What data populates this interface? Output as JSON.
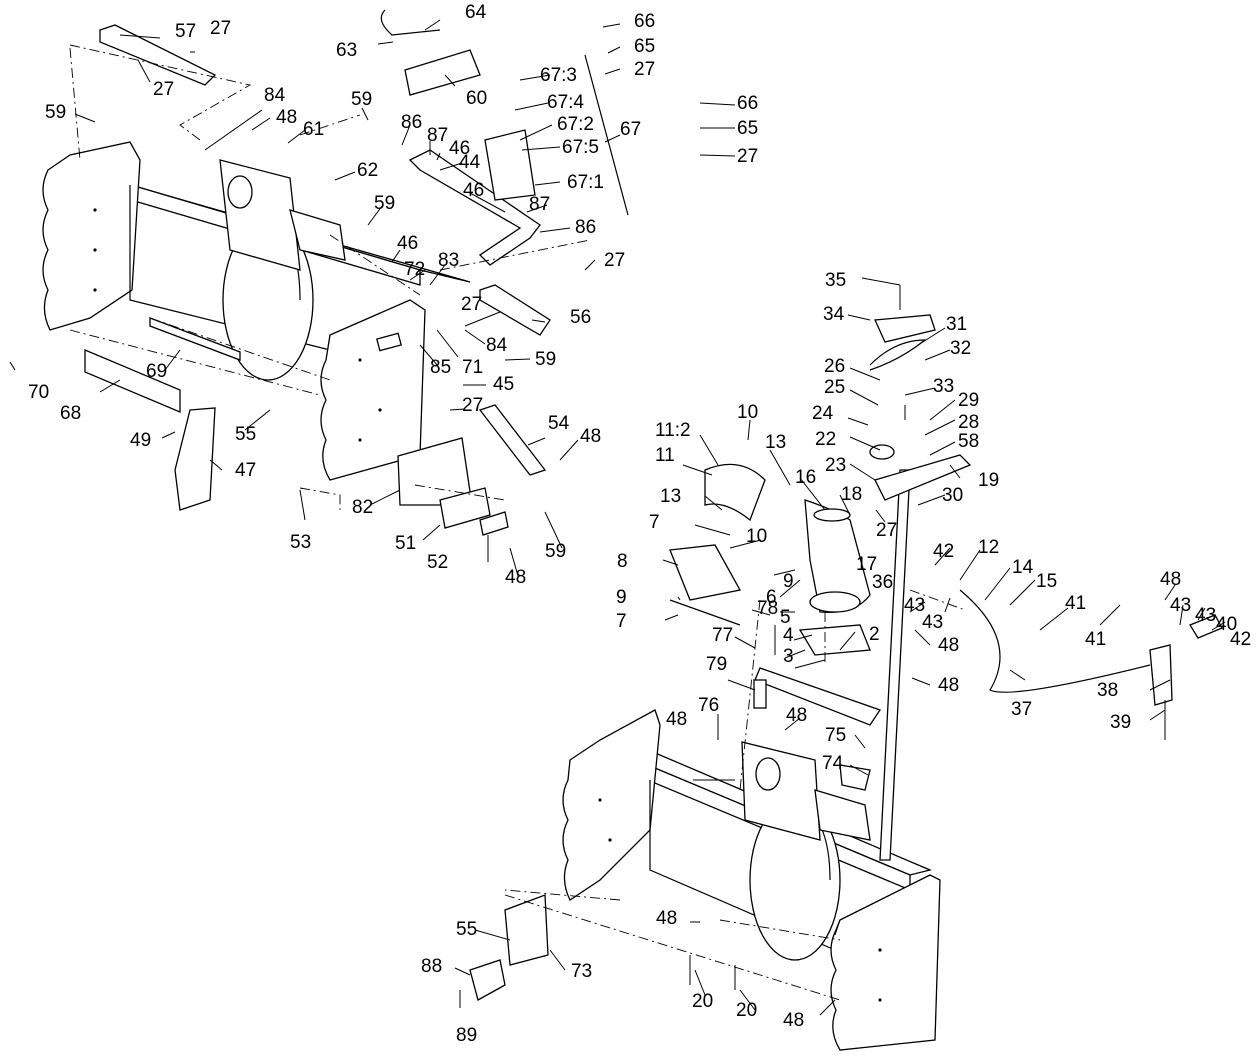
{
  "diagram": {
    "type": "exploded parts diagram",
    "callouts": [
      "57",
      "27",
      "27",
      "64",
      "63",
      "60",
      "66",
      "65",
      "27",
      "67:3",
      "67:4",
      "67:2",
      "67:5",
      "67",
      "67:1",
      "66",
      "65",
      "27",
      "84",
      "48",
      "61",
      "59",
      "59",
      "86",
      "87",
      "46",
      "44",
      "62",
      "46",
      "87",
      "86",
      "59",
      "46",
      "72",
      "83",
      "27",
      "27",
      "56",
      "84",
      "59",
      "71",
      "85",
      "45",
      "70",
      "69",
      "68",
      "27",
      "55",
      "49",
      "47",
      "54",
      "48",
      "53",
      "82",
      "51",
      "52",
      "48",
      "59",
      "35",
      "34",
      "31",
      "32",
      "26",
      "25",
      "33",
      "29",
      "28",
      "24",
      "22",
      "58",
      "19",
      "23",
      "30",
      "10",
      "11:2",
      "11",
      "13",
      "16",
      "18",
      "27",
      "36",
      "13",
      "7",
      "10",
      "8",
      "9",
      "6",
      "17",
      "42",
      "12",
      "14",
      "15",
      "41",
      "9",
      "5",
      "43",
      "43",
      "7",
      "78",
      "4",
      "77",
      "3",
      "2",
      "48",
      "41",
      "48",
      "43",
      "43",
      "40",
      "42",
      "79",
      "48",
      "76",
      "37",
      "38",
      "39",
      "48",
      "48",
      "75",
      "74",
      "55",
      "73",
      "48",
      "88",
      "89",
      "20",
      "20",
      "48"
    ]
  }
}
